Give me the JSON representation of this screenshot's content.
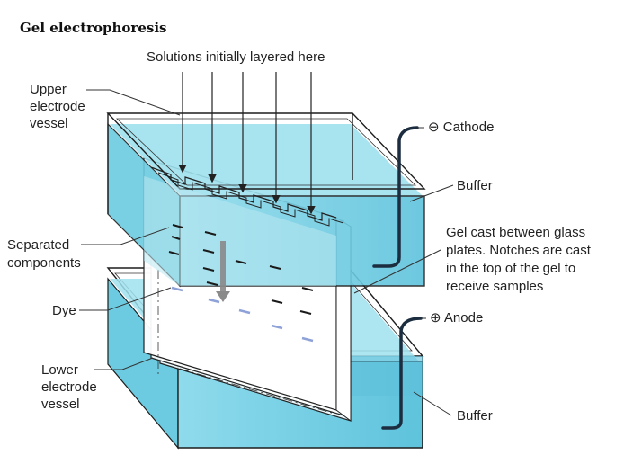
{
  "title": "Gel electrophoresis",
  "labels": {
    "solutions": "Solutions initially layered here",
    "upper_vessel": [
      "Upper",
      "electrode",
      "vessel"
    ],
    "cathode": "⊖ Cathode",
    "buffer_upper": "Buffer",
    "gel_cast": [
      "Gel cast between glass",
      "plates. Notches are cast",
      "in the top of the gel to",
      "receive samples"
    ],
    "separated": [
      "Separated",
      "components"
    ],
    "dye": "Dye",
    "anode": "⊕ Anode",
    "lower_vessel": [
      "Lower",
      "electrode",
      "vessel"
    ],
    "buffer_lower": "Buffer"
  },
  "colors": {
    "buffer": "#7fd3e6",
    "buffer_dark": "#4bb8d4",
    "dye_band": "#8ea2d8",
    "bands": "#1a1a1a",
    "arrow": "#8a8a8a"
  }
}
